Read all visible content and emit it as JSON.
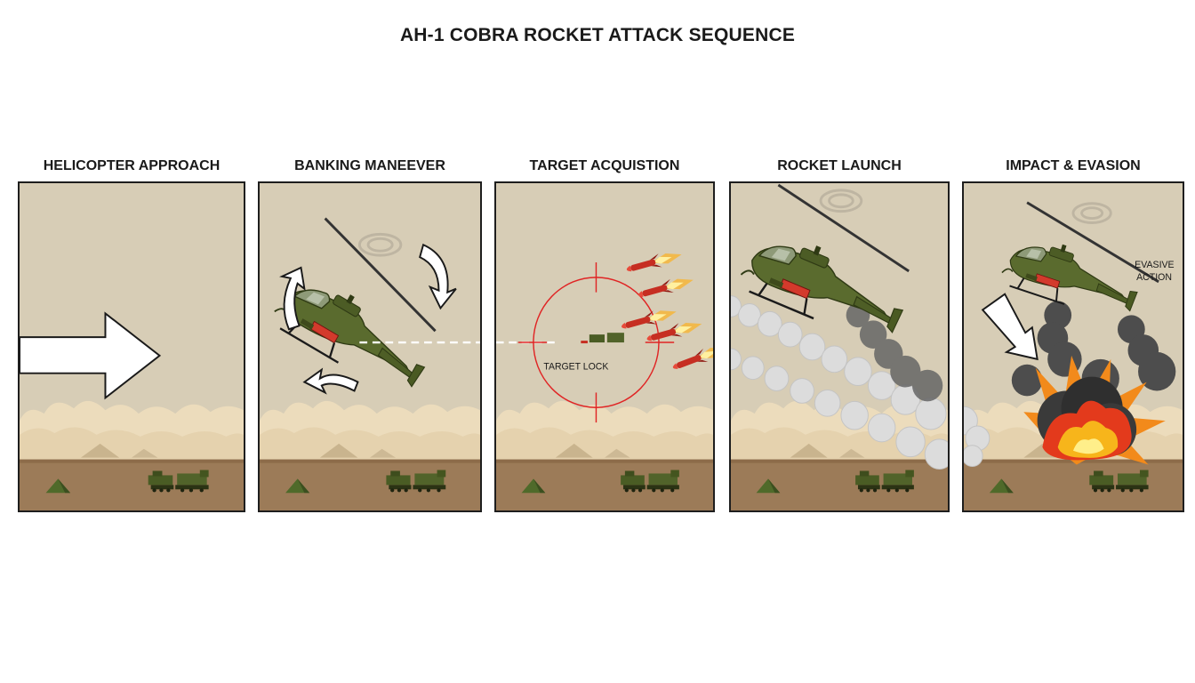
{
  "title": "AH-1 COBRA ROCKET ATTACK SEQUENCE",
  "panels": [
    {
      "title": "HELICOPTER APPROACH"
    },
    {
      "title": "BANKING MANEEVER"
    },
    {
      "title": "TARGET ACQUISTION",
      "annotation": "TARGET LOCK"
    },
    {
      "title": "ROCKET LAUNCH"
    },
    {
      "title": "IMPACT & EVASION",
      "annotation_line1": "EVASIVE",
      "annotation_line2": "ACTION"
    }
  ],
  "colors": {
    "sky": "#d7cdb6",
    "dust": "#ecdcbc",
    "ground": "#9c7b58",
    "helicopter": "#5a6b2e",
    "reticle": "#e02424",
    "smoke": "#d8d8d8",
    "fire": "#f2a71b"
  }
}
